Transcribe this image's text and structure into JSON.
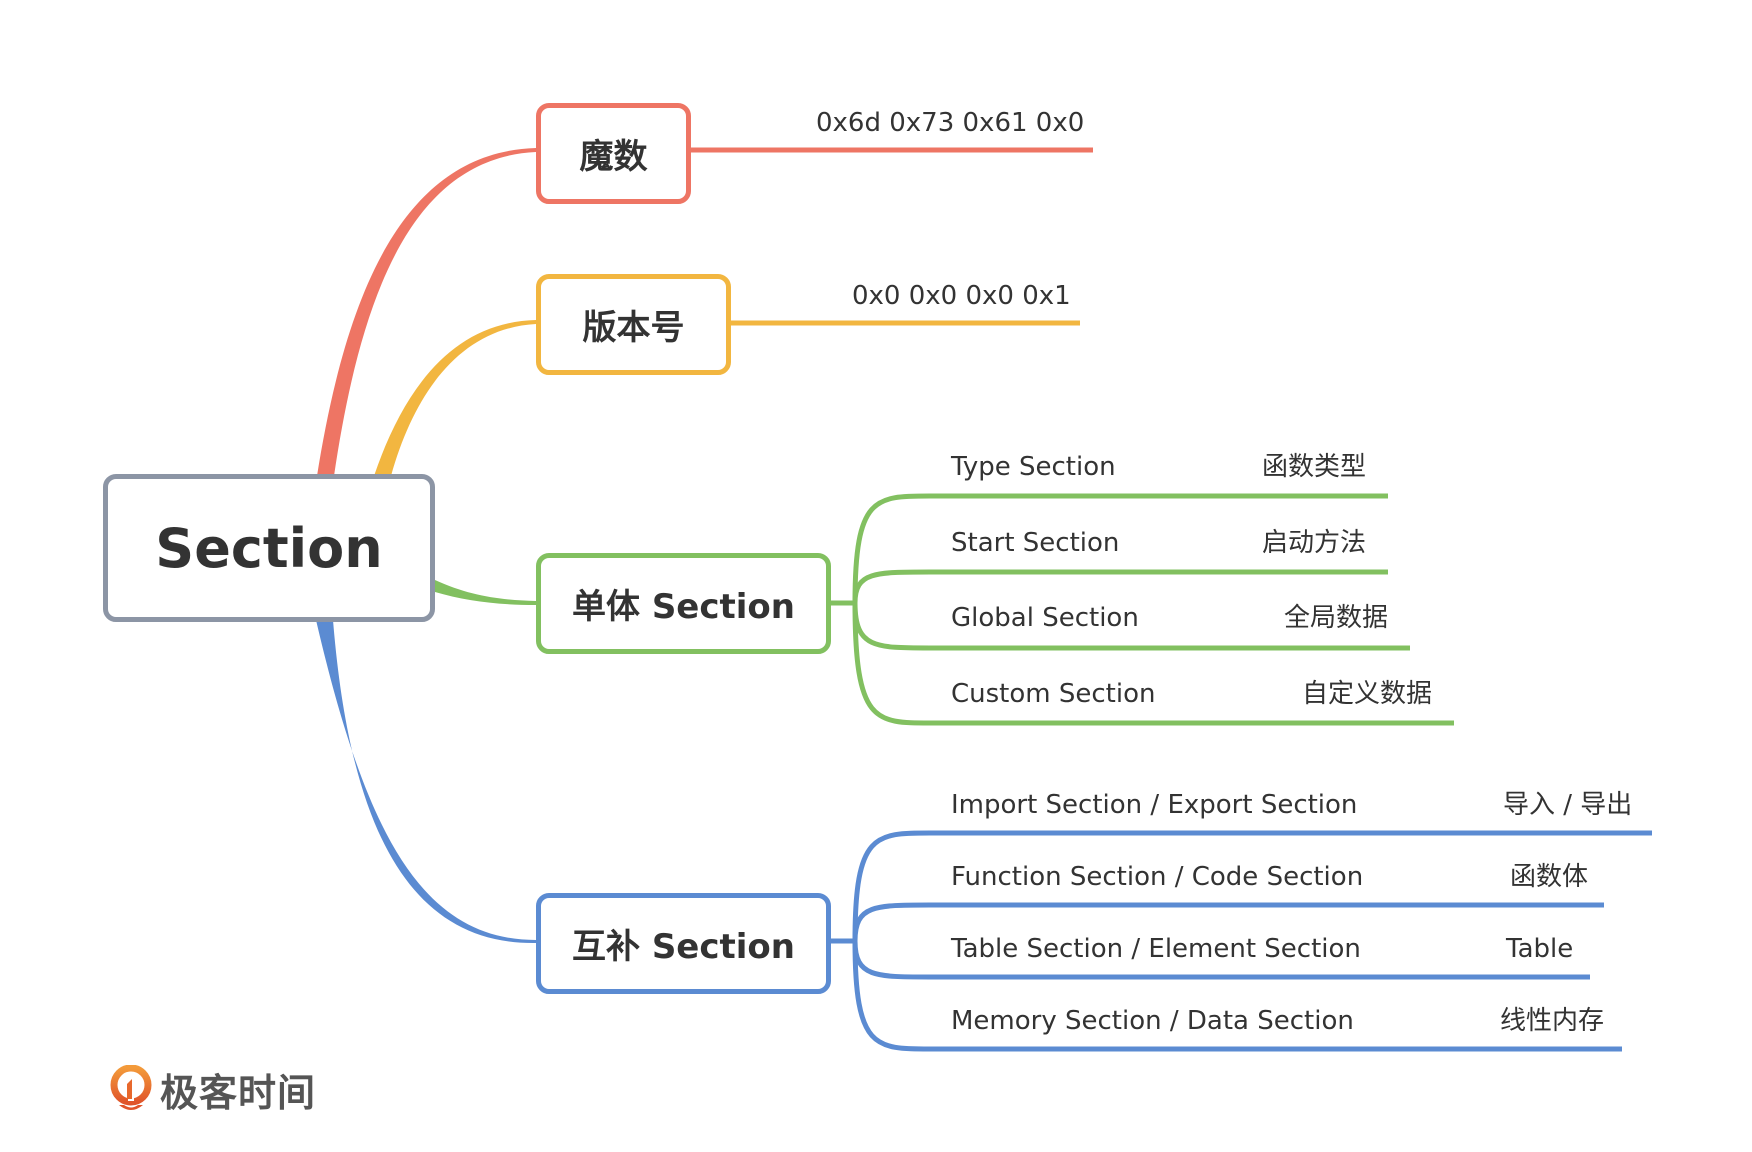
{
  "colors": {
    "root": "#8C95A5",
    "magic": "#EE7564",
    "version": "#F2B640",
    "single": "#82C060",
    "complementary": "#5B8BD2",
    "text": "#333333",
    "logo": "#EF7A2A"
  },
  "root": {
    "label": "Section"
  },
  "branches": {
    "magic": {
      "label": "魔数",
      "value": "0x6d 0x73 0x61 0x0"
    },
    "version": {
      "label": "版本号",
      "value": "0x0 0x0 0x0 0x1"
    },
    "single": {
      "label": "单体 Section",
      "items": [
        {
          "name": "Type Section",
          "desc": "函数类型"
        },
        {
          "name": "Start Section",
          "desc": "启动方法"
        },
        {
          "name": "Global Section",
          "desc": "全局数据"
        },
        {
          "name": "Custom Section",
          "desc": "自定义数据"
        }
      ]
    },
    "complementary": {
      "label": "互补 Section",
      "items": [
        {
          "name": "Import Section / Export Section",
          "desc": "导入 / 导出"
        },
        {
          "name": "Function Section / Code Section",
          "desc": "函数体"
        },
        {
          "name": "Table Section / Element Section",
          "desc": "Table"
        },
        {
          "name": "Memory Section / Data Section",
          "desc": "线性内存"
        }
      ]
    }
  },
  "logo": {
    "text": "极客时间",
    "icon": "geektime-logo-icon"
  }
}
